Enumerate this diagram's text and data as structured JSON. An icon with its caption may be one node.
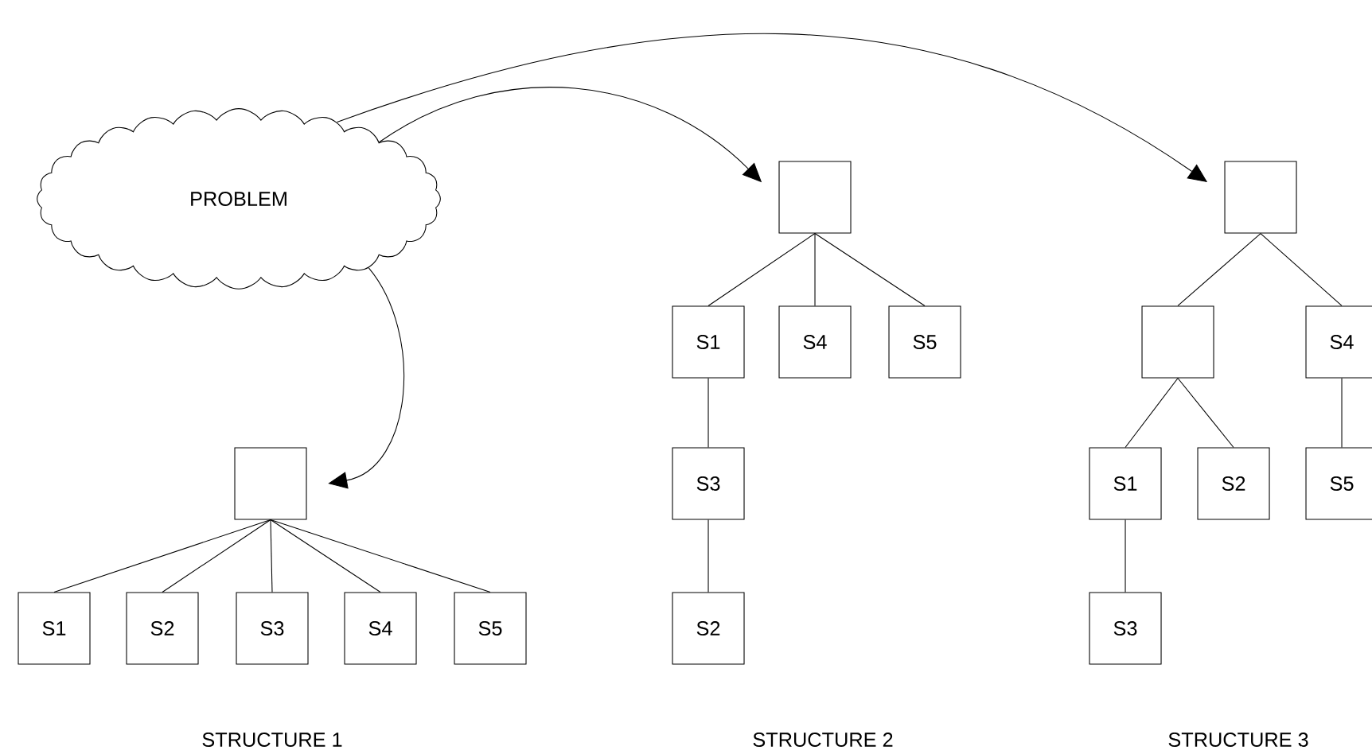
{
  "diagram": {
    "nodes": [
      {
        "text": [
          "PROBLEM"
        ]
      },
      {
        "text": [],
        "shape": "box"
      },
      {
        "text": [
          "S1"
        ]
      },
      {
        "text": [
          "S2"
        ]
      },
      {
        "text": [
          "S3"
        ]
      },
      {
        "text": [
          "S4"
        ]
      },
      {
        "text": [
          "S5"
        ]
      },
      {
        "text": [],
        "shape": "box"
      },
      {
        "text": [
          "S1"
        ]
      },
      {
        "text": [
          "S4"
        ]
      },
      {
        "text": [
          "S5"
        ]
      },
      {
        "text": [
          "S3"
        ]
      },
      {
        "text": [
          "S2"
        ]
      },
      {
        "text": [],
        "shape": "box"
      },
      {
        "text": [],
        "shape": "box"
      },
      {
        "text": [
          "S4"
        ]
      },
      {
        "text": [
          "S1"
        ]
      },
      {
        "text": [
          "S2"
        ]
      },
      {
        "text": [
          "S5"
        ]
      },
      {
        "text": [
          "S3"
        ]
      }
    ],
    "edges": [
      {
        "from": 0,
        "to": 1,
        "arrow": "to"
      },
      {
        "from": 0,
        "to": 7,
        "arrow": "to"
      },
      {
        "from": 0,
        "to": 13,
        "arrow": "to"
      },
      {
        "from": 1,
        "to": 2,
        "arrow": "none"
      },
      {
        "from": 1,
        "to": 3,
        "arrow": "none"
      },
      {
        "from": 1,
        "to": 4,
        "arrow": "none"
      },
      {
        "from": 1,
        "to": 5,
        "arrow": "none"
      },
      {
        "from": 1,
        "to": 6,
        "arrow": "none"
      },
      {
        "from": 7,
        "to": 8,
        "arrow": "none"
      },
      {
        "from": 7,
        "to": 9,
        "arrow": "none"
      },
      {
        "from": 7,
        "to": 10,
        "arrow": "none"
      },
      {
        "from": 8,
        "to": 11,
        "arrow": "none"
      },
      {
        "from": 11,
        "to": 12,
        "arrow": "none"
      },
      {
        "from": 13,
        "to": 14,
        "arrow": "none"
      },
      {
        "from": 13,
        "to": 15,
        "arrow": "none"
      },
      {
        "from": 14,
        "to": 16,
        "arrow": "none"
      },
      {
        "from": 14,
        "to": 17,
        "arrow": "none"
      },
      {
        "from": 15,
        "to": 18,
        "arrow": "none"
      },
      {
        "from": 16,
        "to": 19,
        "arrow": "none"
      }
    ],
    "labels": [
      "STRUCTURE 1",
      "STRUCTURE 2",
      "STRUCTURE 3"
    ]
  }
}
